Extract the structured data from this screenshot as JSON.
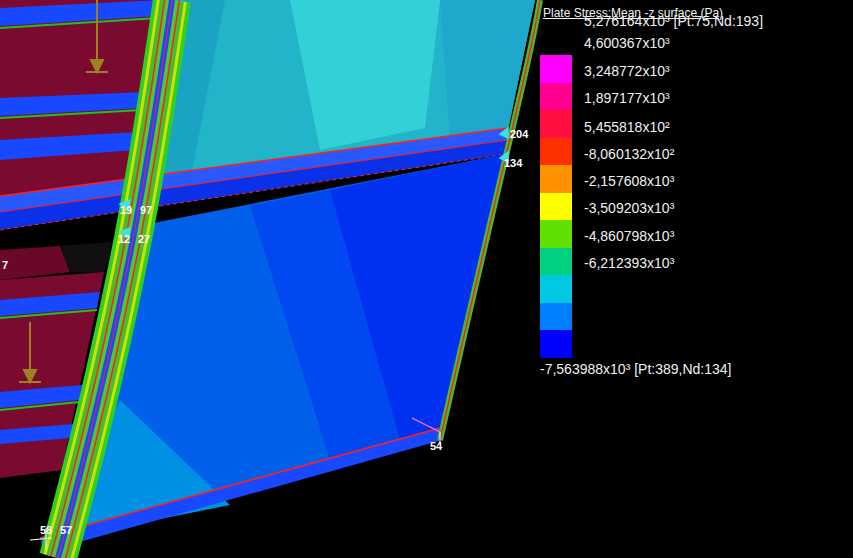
{
  "diagram": {
    "title": "Plate Stress:Mean -z surface (Pa)",
    "labels": [
      "204",
      "134",
      "19",
      "97",
      "12",
      "27",
      "54",
      "58",
      "57",
      "7"
    ],
    "legend": [
      {
        "text": "5,276164x10³ [Pt:75,Nd:193]",
        "color": "#ff00ff"
      },
      {
        "text": "4,600367x10³",
        "color": "#ff0090"
      },
      {
        "text": "3,248772x10³",
        "color": "#ff1040"
      },
      {
        "text": "1,897177x10³",
        "color": "#ff3000"
      },
      {
        "text": "5,455818x10²",
        "color": "#ff9000"
      },
      {
        "text": "-8,060132x10²",
        "color": "#ffff00"
      },
      {
        "text": "-2,157608x10³",
        "color": "#60e000"
      },
      {
        "text": "-3,509203x10³",
        "color": "#00d080"
      },
      {
        "text": "-4,860798x10³",
        "color": "#00c8e0"
      },
      {
        "text": "-6,212393x10³",
        "color": "#0080ff"
      },
      {
        "text": "-7,563988x10³ [Pt:389,Nd:134]",
        "color": "#0000ff"
      }
    ]
  }
}
